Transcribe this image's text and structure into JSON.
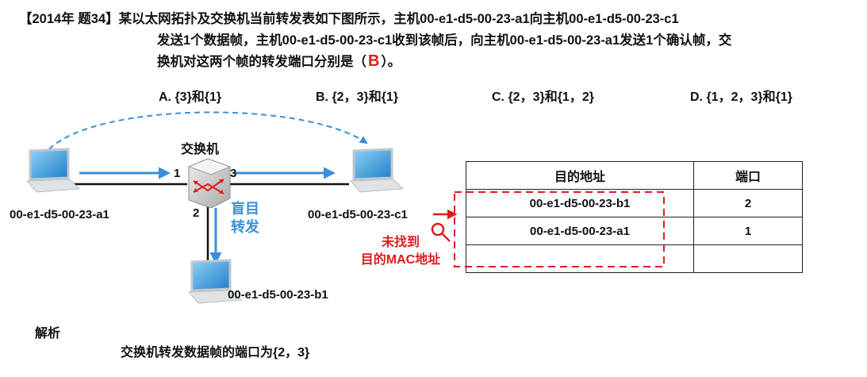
{
  "question": {
    "prefix": "【2014年 题34】",
    "line1": "某以太网拓扑及交换机当前转发表如下图所示，主机00-e1-d5-00-23-a1向主机00-e1-d5-00-23-c1",
    "line2": "发送1个数据帧，主机00-e1-d5-00-23-c1收到该帧后，向主机00-e1-d5-00-23-a1发送1个确认帧，交",
    "line3_before": "换机对这两个帧的转发端口分别是（",
    "answer": "B",
    "line3_after": "）。"
  },
  "options": [
    {
      "label": "A. {3}和{1}"
    },
    {
      "label": "B. {2，3}和{1}"
    },
    {
      "label": "C. {2，3}和{1，2}"
    },
    {
      "label": "D. {1，2，3}和{1}"
    }
  ],
  "diagram": {
    "switch_label": "交换机",
    "port1": "1",
    "port2": "2",
    "port3": "3",
    "host_a": "00-e1-d5-00-23-a1",
    "host_b": "00-e1-d5-00-23-b1",
    "host_c": "00-e1-d5-00-23-c1",
    "flood_label_1": "盲目",
    "flood_label_2": "转发",
    "not_found_1": "未找到",
    "not_found_2": "目的MAC地址"
  },
  "table": {
    "headers": [
      "目的地址",
      "端口"
    ],
    "rows": [
      [
        "00-e1-d5-00-23-b1",
        "2"
      ],
      [
        "00-e1-d5-00-23-a1",
        "1"
      ],
      [
        "",
        ""
      ]
    ]
  },
  "analysis": {
    "title": "解析",
    "text": "交换机转发数据帧的端口为{2，3}"
  },
  "colors": {
    "red": "#e01b1b",
    "blue": "#3a8fd8"
  }
}
